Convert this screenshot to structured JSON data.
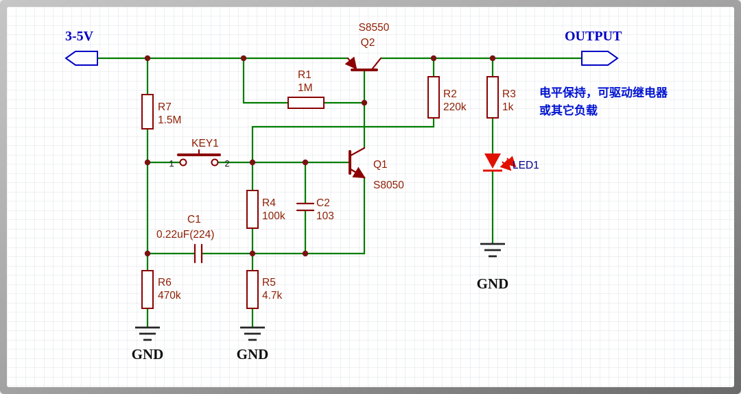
{
  "colors": {
    "wire": "#007C00",
    "component": "#8B0000",
    "component_text": "#8E1D00",
    "junction": "#7A1212",
    "port": "#0000C4",
    "annotation": "#0013D0",
    "led": "#E01000",
    "led_label": "#00008B",
    "ground": "#262626",
    "ground_text": "#101010",
    "grid": "#DDE1E4",
    "canvas": "#FFFFFF"
  },
  "ports": {
    "power": {
      "label": "3-5V"
    },
    "output": {
      "label": "OUTPUT"
    }
  },
  "annotation": {
    "line1": "电平保持，可驱动继电器",
    "line2": "或其它负载"
  },
  "components": {
    "r1": {
      "designator": "R1",
      "value": "1M"
    },
    "r2": {
      "designator": "R2",
      "value": "220k"
    },
    "r3": {
      "designator": "R3",
      "value": "1k"
    },
    "r4": {
      "designator": "R4",
      "value": "100k"
    },
    "r5": {
      "designator": "R5",
      "value": "4.7k"
    },
    "r6": {
      "designator": "R6",
      "value": "470k"
    },
    "r7": {
      "designator": "R7",
      "value": "1.5M"
    },
    "c1": {
      "designator": "C1",
      "value": "0.22uF(224)"
    },
    "c2": {
      "designator": "C2",
      "value": "103"
    },
    "q1": {
      "designator": "Q1",
      "part": "S8050"
    },
    "q2": {
      "designator": "Q2",
      "part": "S8550"
    },
    "key1": {
      "designator": "KEY1",
      "pin1": "1",
      "pin2": "2"
    },
    "led1": {
      "designator": "LED1"
    }
  },
  "ground_label": "GND"
}
